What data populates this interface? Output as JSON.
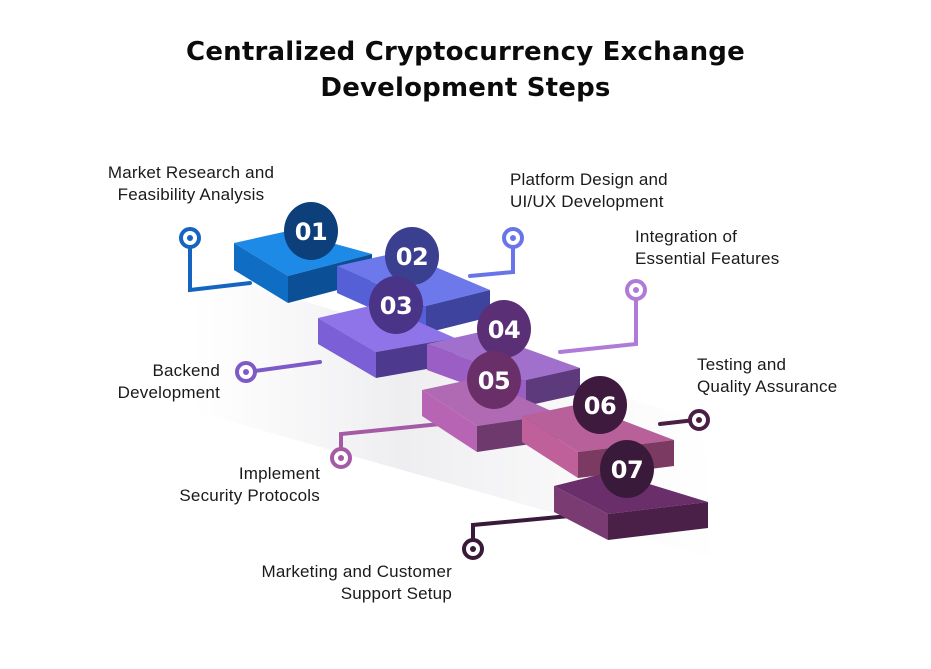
{
  "title": {
    "line1": "Centralized Cryptocurrency Exchange",
    "line2": "Development Steps"
  },
  "steps": [
    {
      "number": "01",
      "label_line1": "Market Research and",
      "label_line2": "Feasibility Analysis",
      "color": "#1a7fd9"
    },
    {
      "number": "02",
      "label_line1": "Platform Design and",
      "label_line2": "UI/UX Development",
      "color": "#6f72e6"
    },
    {
      "number": "03",
      "label_line1": "Backend",
      "label_line2": "Development",
      "color": "#8b6fe0"
    },
    {
      "number": "04",
      "label_line1": "Integration of",
      "label_line2": "Essential Features",
      "color": "#b07ad8"
    },
    {
      "number": "05",
      "label_line1": "Implement",
      "label_line2": "Security Protocols",
      "color": "#b56ab5"
    },
    {
      "number": "06",
      "label_line1": "Testing and",
      "label_line2": "Quality Assurance",
      "color": "#c0609a"
    },
    {
      "number": "07",
      "label_line1": "Marketing and Customer",
      "label_line2": "Support Setup",
      "color": "#6a2f6a"
    }
  ]
}
